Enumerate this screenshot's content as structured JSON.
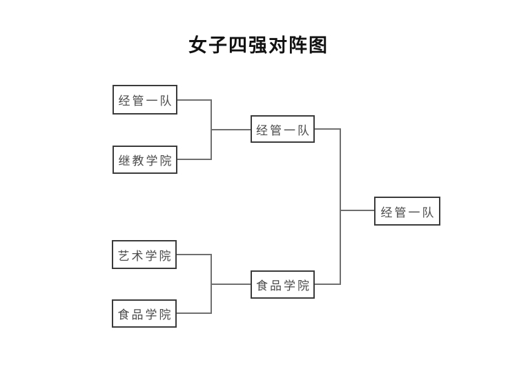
{
  "title": "女子四强对阵图",
  "bracket": {
    "quarterfinals": [
      {
        "team": "经管一队"
      },
      {
        "team": "继教学院"
      },
      {
        "team": "艺术学院"
      },
      {
        "team": "食品学院"
      }
    ],
    "semifinals": [
      {
        "team": "经管一队"
      },
      {
        "team": "食品学院"
      }
    ],
    "final": {
      "team": "经管一队"
    }
  },
  "colors": {
    "background": "#ffffff",
    "box_border": "#3a3a3a",
    "connector_line": "#6e6e6e",
    "box_text": "#4a4a4a",
    "title_text": "#121212"
  }
}
